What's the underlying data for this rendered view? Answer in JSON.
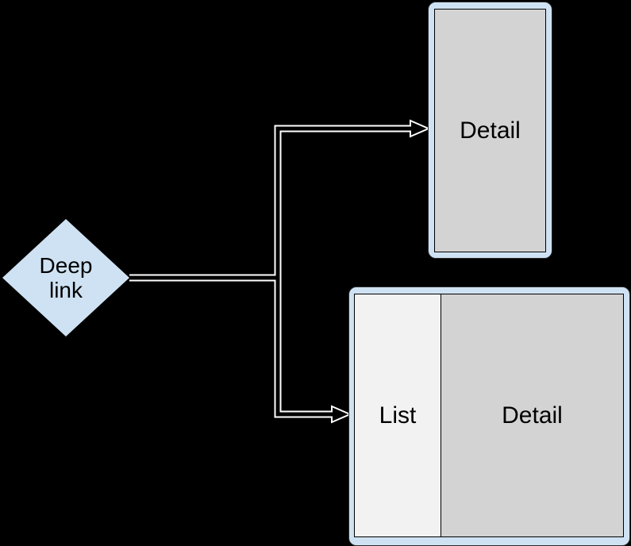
{
  "background_color": "#000000",
  "connector_color": "#ffffff",
  "diagram": {
    "deep_link_node": {
      "label": "Deep link",
      "shape": "diamond",
      "fill": "#cfe2f3"
    },
    "detail_screen": {
      "label": "Detail",
      "screen_fill": "#d3d3d3",
      "frame_fill": "#cfe2f3"
    },
    "list_detail_screen": {
      "list_label": "List",
      "detail_label": "Detail",
      "list_fill": "#f2f2f2",
      "detail_fill": "#d3d3d3",
      "frame_fill": "#cfe2f3"
    }
  }
}
